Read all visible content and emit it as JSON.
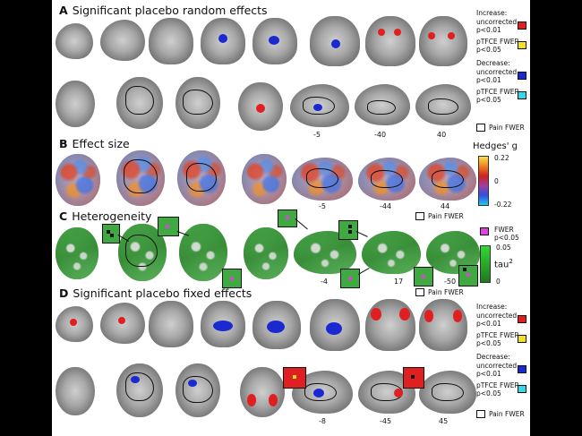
{
  "panels": {
    "A": {
      "letter": "A",
      "title": "Significant placebo random effects"
    },
    "B": {
      "letter": "B",
      "title": "Effect size"
    },
    "C": {
      "letter": "C",
      "title": "Heterogeneity"
    },
    "D": {
      "letter": "D",
      "title": "Significant placebo fixed effects"
    }
  },
  "slice_labels": {
    "A": [
      "-5",
      "-40",
      "40"
    ],
    "B": [
      "-5",
      "-44",
      "44"
    ],
    "C": [
      "-4",
      "17",
      "-50"
    ],
    "D": [
      "-8",
      "-45",
      "45"
    ]
  },
  "legend_random": {
    "increase_header": "Increase:",
    "inc_uncorr": "uncorrected\np<0.01",
    "inc_ptfce": "pTFCE FWER\np<0.05",
    "decrease_header": "Decrease:",
    "dec_uncorr": "uncorrected\np<0.01",
    "dec_ptfce": "pTFCE FWER\np<0.05",
    "pain": "Pain FWER"
  },
  "legend_effect": {
    "title": "Hedges' g",
    "max": "0.22",
    "mid": "0",
    "min": "-0.22"
  },
  "legend_het": {
    "pain": "Pain FWER",
    "fwer": "FWER\np<0.05",
    "max": "0.05",
    "title": "tau",
    "title_sup": "2",
    "min": "0"
  },
  "legend_fixed": {
    "increase_header": "Increase:",
    "inc_uncorr": "uncorrected\np<0.01",
    "inc_ptfce": "pTFCE FWER\np<0.05",
    "decrease_header": "Decrease:",
    "dec_uncorr": "uncorrected\np<0.01",
    "dec_ptfce": "pTFCE FWER\np<0.05",
    "pain": "Pain FWER"
  },
  "colors": {
    "increase_uncorrected": "#e02020",
    "increase_ptfce": "#f5e020",
    "decrease_uncorrected": "#1a2ad0",
    "decrease_ptfce": "#30d8e8",
    "fwer_magenta": "#e040e0",
    "tau_high": "#33d633",
    "tau_low": "#1f7a1f"
  }
}
